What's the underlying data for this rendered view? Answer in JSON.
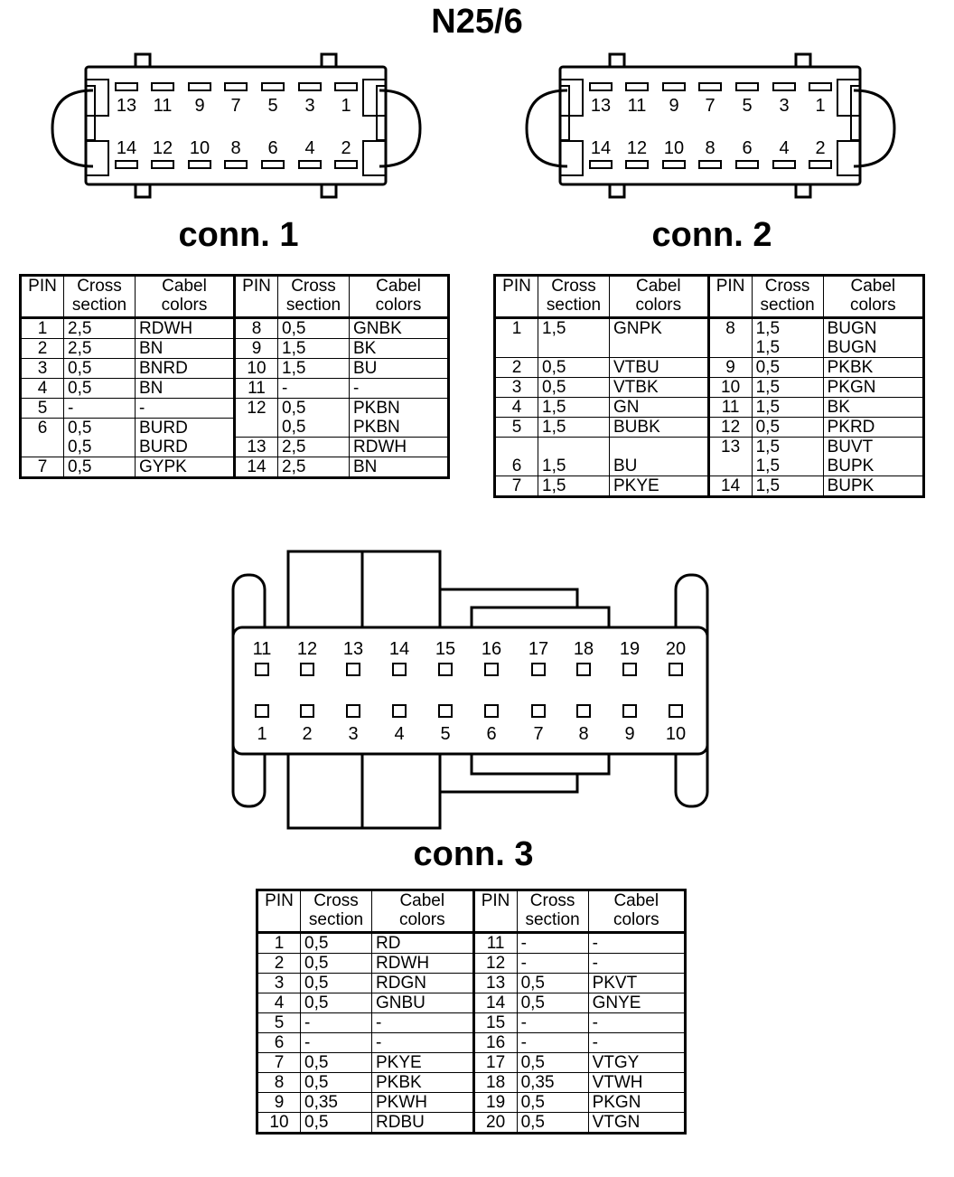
{
  "title": "N25/6",
  "headers": {
    "pin": "PIN",
    "cross": [
      "Cross",
      "section"
    ],
    "colors": [
      "Cabel",
      "colors"
    ]
  },
  "connector1": {
    "label": "conn. 1",
    "top_pins": [
      "13",
      "11",
      "9",
      "7",
      "5",
      "3",
      "1"
    ],
    "bottom_pins": [
      "14",
      "12",
      "10",
      "8",
      "6",
      "4",
      "2"
    ]
  },
  "connector2": {
    "label": "conn. 2",
    "top_pins": [
      "13",
      "11",
      "9",
      "7",
      "5",
      "3",
      "1"
    ],
    "bottom_pins": [
      "14",
      "12",
      "10",
      "8",
      "6",
      "4",
      "2"
    ]
  },
  "connector3": {
    "label": "conn. 3",
    "top_pins": [
      "11",
      "12",
      "13",
      "14",
      "15",
      "16",
      "17",
      "18",
      "19",
      "20"
    ],
    "bottom_pins": [
      "1",
      "2",
      "3",
      "4",
      "5",
      "6",
      "7",
      "8",
      "9",
      "10"
    ]
  },
  "table1": {
    "left": [
      {
        "pin": "1",
        "cs": "2,5",
        "col": "RDWH"
      },
      {
        "pin": "2",
        "cs": "2,5",
        "col": "BN"
      },
      {
        "pin": "3",
        "cs": "0,5",
        "col": "BNRD"
      },
      {
        "pin": "4",
        "cs": "0,5",
        "col": "BN"
      },
      {
        "pin": "5",
        "cs": "-",
        "col": "-"
      },
      {
        "pin": "6",
        "cs": "0,5",
        "col": "BURD",
        "cs2": "0,5",
        "col2": "BURD"
      },
      {
        "pin": "7",
        "cs": "0,5",
        "col": "GYPK"
      }
    ],
    "right": [
      {
        "pin": "8",
        "cs": "0,5",
        "col": "GNBK"
      },
      {
        "pin": "9",
        "cs": "1,5",
        "col": "BK"
      },
      {
        "pin": "10",
        "cs": "1,5",
        "col": "BU"
      },
      {
        "pin": "11",
        "cs": "-",
        "col": "-"
      },
      {
        "pin": "12",
        "cs": "0,5",
        "col": "PKBN",
        "cs2": "0,5",
        "col2": "PKBN"
      },
      {
        "pin": "13",
        "cs": "2,5",
        "col": "RDWH"
      },
      {
        "pin": "14",
        "cs": "2,5",
        "col": "BN"
      }
    ]
  },
  "table2": {
    "left": [
      {
        "pin": "1",
        "cs": "1,5",
        "col": "GNPK"
      },
      {
        "pin": "2",
        "cs": "0,5",
        "col": "VTBU"
      },
      {
        "pin": "3",
        "cs": "0,5",
        "col": "VTBK"
      },
      {
        "pin": "4",
        "cs": "1,5",
        "col": "GN"
      },
      {
        "pin": "5",
        "cs": "1,5",
        "col": "BUBK"
      },
      {
        "pin": "6",
        "cs": "1,5",
        "col": "BU"
      },
      {
        "pin": "7",
        "cs": "1,5",
        "col": "PKYE"
      }
    ],
    "right": [
      {
        "pin": "8",
        "cs": "1,5",
        "col": "BUGN",
        "cs2": "1,5",
        "col2": "BUGN"
      },
      {
        "pin": "9",
        "cs": "0,5",
        "col": "PKBK"
      },
      {
        "pin": "10",
        "cs": "1,5",
        "col": "PKGN"
      },
      {
        "pin": "11",
        "cs": "1,5",
        "col": "BK"
      },
      {
        "pin": "12",
        "cs": "0,5",
        "col": "PKRD"
      },
      {
        "pin": "13",
        "cs": "1,5",
        "col": "BUVT",
        "cs2": "1,5",
        "col2": "BUPK"
      },
      {
        "pin": "14",
        "cs": "1,5",
        "col": "BUPK"
      }
    ]
  },
  "table3": {
    "left": [
      {
        "pin": "1",
        "cs": "0,5",
        "col": "RD"
      },
      {
        "pin": "2",
        "cs": "0,5",
        "col": "RDWH"
      },
      {
        "pin": "3",
        "cs": "0,5",
        "col": "RDGN"
      },
      {
        "pin": "4",
        "cs": "0,5",
        "col": "GNBU"
      },
      {
        "pin": "5",
        "cs": "-",
        "col": "-"
      },
      {
        "pin": "6",
        "cs": "-",
        "col": "-"
      },
      {
        "pin": "7",
        "cs": "0,5",
        "col": "PKYE"
      },
      {
        "pin": "8",
        "cs": "0,5",
        "col": "PKBK"
      },
      {
        "pin": "9",
        "cs": "0,35",
        "col": "PKWH"
      },
      {
        "pin": "10",
        "cs": "0,5",
        "col": "RDBU"
      }
    ],
    "right": [
      {
        "pin": "11",
        "cs": "-",
        "col": "-"
      },
      {
        "pin": "12",
        "cs": "-",
        "col": "-"
      },
      {
        "pin": "13",
        "cs": "0,5",
        "col": "PKVT"
      },
      {
        "pin": "14",
        "cs": "0,5",
        "col": "GNYE"
      },
      {
        "pin": "15",
        "cs": "-",
        "col": "-"
      },
      {
        "pin": "16",
        "cs": "-",
        "col": "-"
      },
      {
        "pin": "17",
        "cs": "0,5",
        "col": "VTGY"
      },
      {
        "pin": "18",
        "cs": "0,35",
        "col": "VTWH"
      },
      {
        "pin": "19",
        "cs": "0,5",
        "col": "PKGN"
      },
      {
        "pin": "20",
        "cs": "0,5",
        "col": "VTGN"
      }
    ]
  }
}
